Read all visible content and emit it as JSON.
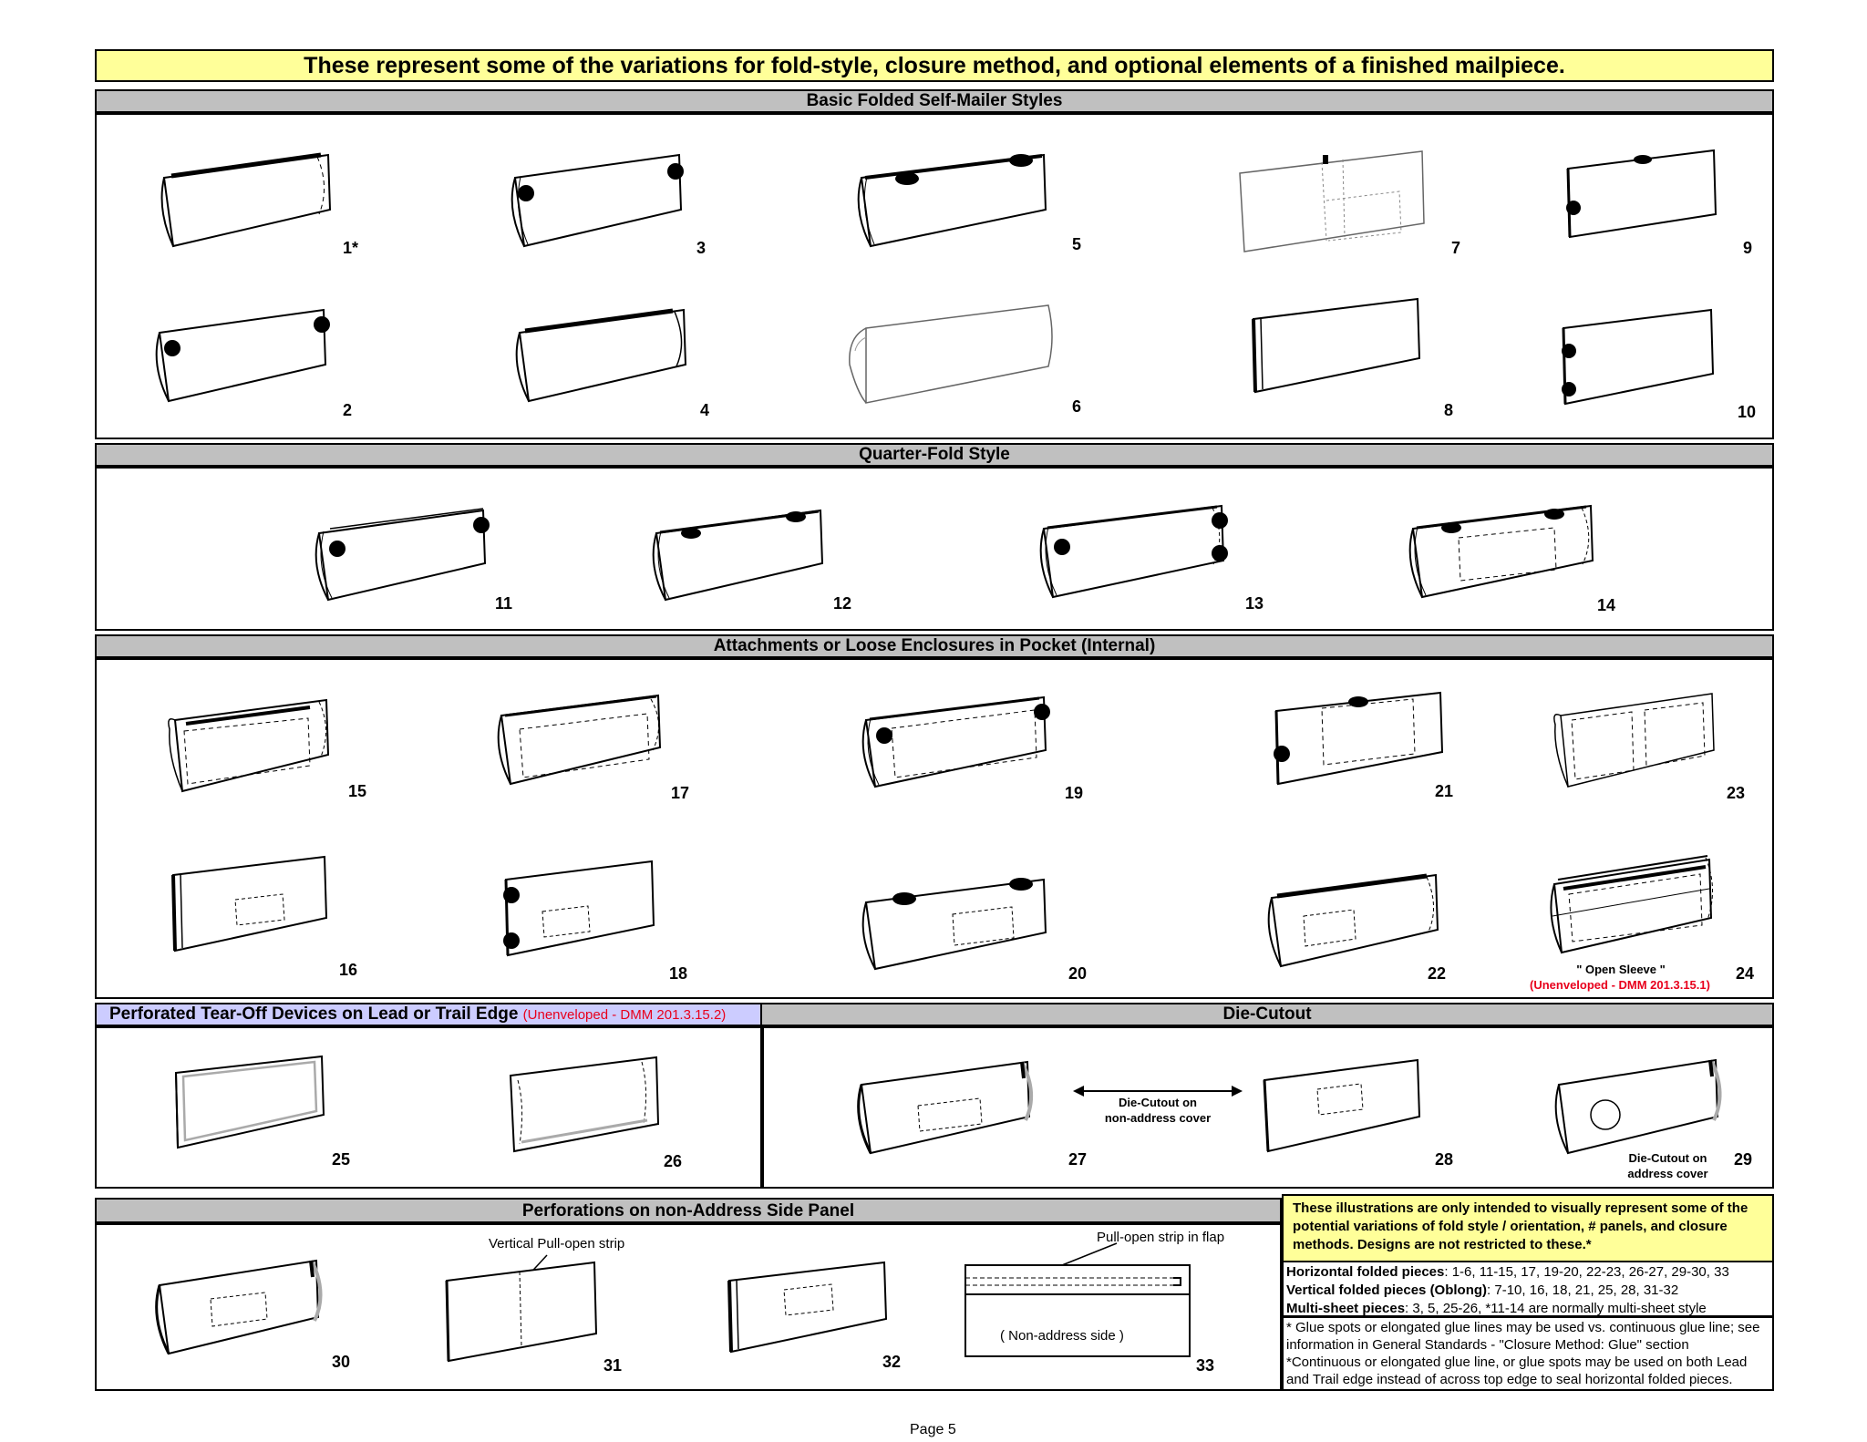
{
  "banner": "These represent some of the variations for fold-style, closure method, and optional elements of a finished mailpiece.",
  "sections": {
    "basic": "Basic Folded Self-Mailer Styles",
    "quarter": "Quarter-Fold Style",
    "attachments": "Attachments or Loose Enclosures in Pocket (Internal)",
    "perforated_title": "Perforated Tear-Off Devices on Lead or Trail Edge",
    "perforated_note": "(Unenveloped - DMM 201.3.15.2)",
    "diecut": "Die-Cutout",
    "nonaddress": "Perforations on non-Address Side Panel"
  },
  "labels": {
    "n1": "1*",
    "n2": "2",
    "n3": "3",
    "n4": "4",
    "n5": "5",
    "n6": "6",
    "n7": "7",
    "n8": "8",
    "n9": "9",
    "n10": "10",
    "n11": "11",
    "n12": "12",
    "n13": "13",
    "n14": "14",
    "n15": "15",
    "n16": "16",
    "n17": "17",
    "n18": "18",
    "n19": "19",
    "n20": "20",
    "n21": "21",
    "n22": "22",
    "n23": "23",
    "n24": "24",
    "n25": "25",
    "n26": "26",
    "n27": "27",
    "n28": "28",
    "n29": "29",
    "n30": "30",
    "n31": "31",
    "n32": "32",
    "n33": "33"
  },
  "captions": {
    "open_sleeve": "\" Open Sleeve \"",
    "open_sleeve_note": "(Unenveloped - DMM 201.3.15.1)",
    "diecut_nonaddress_1": "Die-Cutout on",
    "diecut_nonaddress_2": "non-address cover",
    "diecut_address_1": "Die-Cutout on",
    "diecut_address_2": "address cover",
    "vertical_strip": "Vertical Pull-open strip",
    "pull_open_flap": "Pull-open strip in flap",
    "non_address_side": "( Non-address side )"
  },
  "notes": {
    "yellow": "These illustrations are only intended to visually represent some of the potential variations of fold style / orientation, # panels, and closure methods. Designs are not restricted to these.*",
    "horizontal_label": "Horizontal folded pieces",
    "horizontal_text": ":  1-6, 11-15, 17, 19-20, 22-23, 26-27, 29-30, 33",
    "vertical_label": "Vertical folded pieces (Oblong)",
    "vertical_text": ": 7-10, 16, 18, 21, 25, 28, 31-32",
    "multisheet_label": "Multi-sheet pieces",
    "multisheet_text": ": 3, 5, 25-26, *11-14 are normally multi-sheet style",
    "footnote1": "* Glue spots or elongated glue lines may be used vs. continuous glue line; see information in General Standards - \"Closure Method: Glue\" section",
    "footnote2": "*Continuous or elongated glue line, or glue spots may be used on both Lead and Trail edge instead of across top edge to seal horizontal folded pieces."
  },
  "footer": "Page 5",
  "colors": {
    "banner": "#ffff99",
    "header": "#c0c0c0",
    "perf_header": "#ccccff",
    "red": "#e8001c"
  }
}
